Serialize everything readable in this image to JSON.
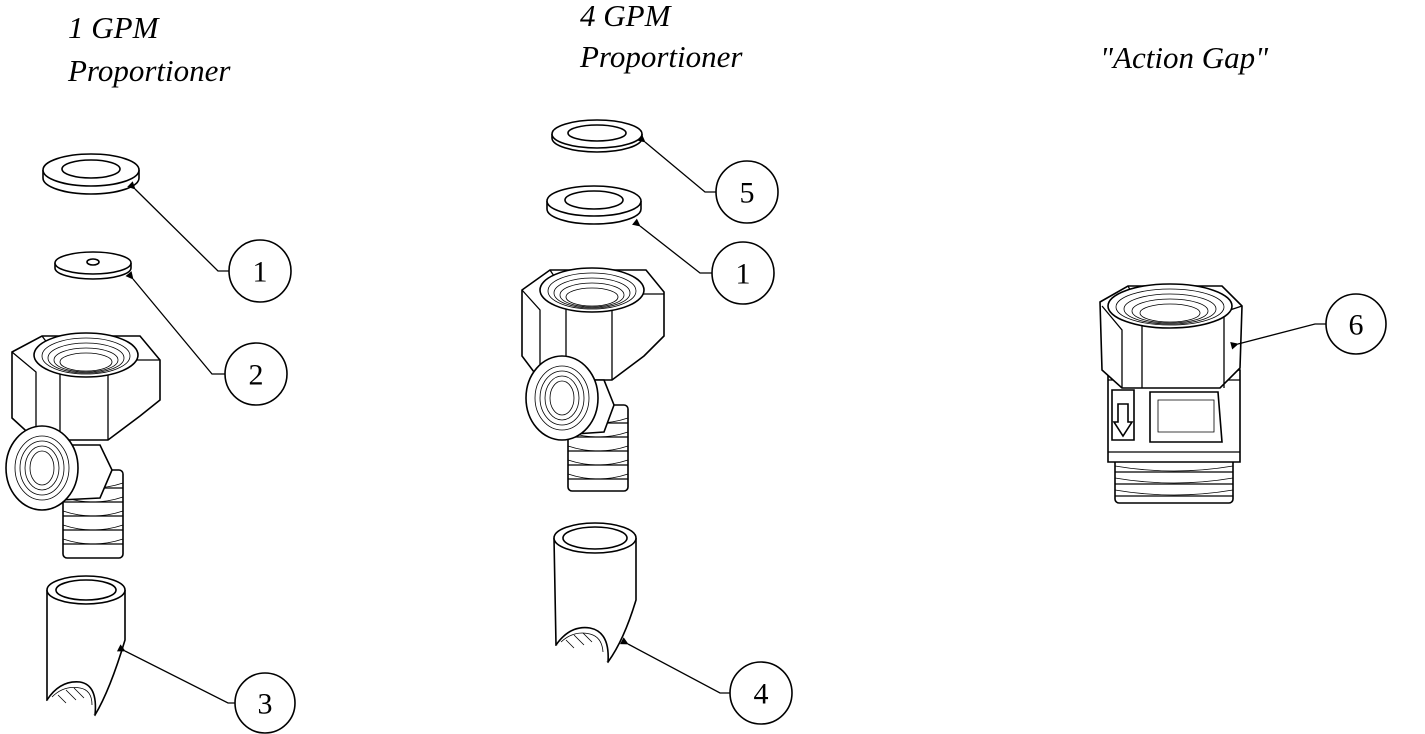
{
  "titles": {
    "gpm1_line1": "1 GPM",
    "gpm1_line2": "Proportioner",
    "gpm4_line1": "4 GPM",
    "gpm4_line2": "Proportioner",
    "action_gap": "\"Action Gap\""
  },
  "callouts": {
    "c1a": "1",
    "c2": "2",
    "c3": "3",
    "c5": "5",
    "c1b": "1",
    "c4": "4",
    "c6": "6"
  }
}
